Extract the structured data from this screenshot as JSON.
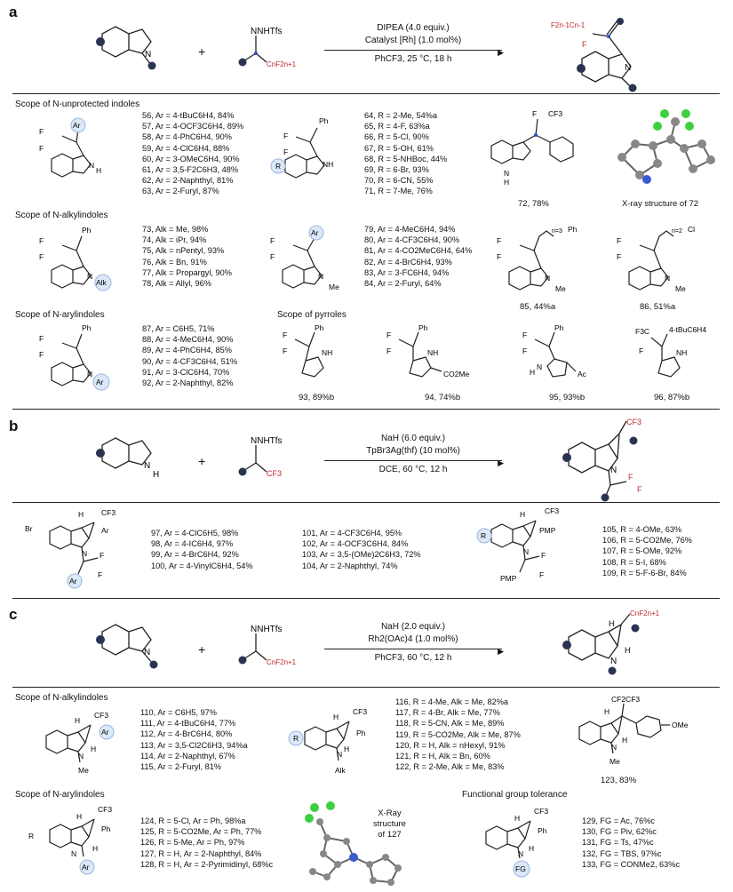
{
  "panels": {
    "a": "a",
    "b": "b",
    "c": "c"
  },
  "plus": "+",
  "scheme_a": {
    "reagent_top": "NNHTfs",
    "reagent_bottom": "CnF2n+1",
    "cond1": "DIPEA (4.0 equiv.)",
    "cond2": "Catalyst [Rh] (1.0 mol%)",
    "cond3": "PhCF3, 25 °C, 18 h",
    "product_label": "F2n-1Cn-1"
  },
  "scheme_b": {
    "reagent_top": "NNHTfs",
    "reagent_bottom": "CF3",
    "cond1": "NaH (6.0 equiv.)",
    "cond2": "TpBr3Ag(thf) (10 mol%)",
    "cond3": "DCE, 60 °C, 12 h"
  },
  "scheme_c": {
    "reagent_top": "NNHTfs",
    "reagent_bottom": "CnF2n+1",
    "cond1": "NaH (2.0 equiv.)",
    "cond2": "Rh2(OAc)4 (1.0 mol%)",
    "cond3": "PhCF3, 60 °C, 12 h",
    "product_label": "CnF2n+1"
  },
  "headings": {
    "a1": "Scope of N-unprotected indoles",
    "a2": "Scope of N-alkylindoles",
    "a3": "Scope of N-arylindoles",
    "a4": "Scope of pyrroles",
    "c1": "Scope of N-alkylindoles",
    "c2": "Scope of N-arylindoles",
    "c3": "Functional group tolerance"
  },
  "lists": {
    "l56": [
      "56, Ar = 4-tBuC6H4, 84%",
      "57, Ar = 4-OCF3C6H4, 89%",
      "58, Ar = 4-PhC6H4, 90%",
      "59, Ar = 4-ClC6H4, 88%",
      "60, Ar = 3-OMeC6H4, 90%",
      "61, Ar = 3,5-F2C6H3, 48%",
      "62, Ar = 2-Naphthyl, 81%",
      "63, Ar = 2-Furyl, 87%"
    ],
    "l64": [
      "64, R = 2-Me, 54%a",
      "65, R = 4-F, 63%a",
      "66, R = 5-Cl, 90%",
      "67, R = 5-OH, 61%",
      "68, R = 5-NHBoc, 44%",
      "69, R = 6-Br, 93%",
      "70, R = 6-CN, 55%",
      "71, R = 7-Me, 76%"
    ],
    "l73": [
      "73, Alk = Me, 98%",
      "74, Alk = iPr, 94%",
      "75, Alk = nPentyl, 93%",
      "76, Alk = Bn, 91%",
      "77, Alk = Propargyl, 90%",
      "78, Alk = Allyl, 96%"
    ],
    "l79": [
      "79, Ar = 4-MeC6H4, 94%",
      "80, Ar = 4-CF3C6H4, 90%",
      "81, Ar = 4-CO2MeC6H4, 64%",
      "82, Ar = 4-BrC6H4, 93%",
      "83, Ar = 3-FC6H4, 94%",
      "84, Ar = 2-Furyl, 64%"
    ],
    "l87": [
      "87, Ar = C6H5, 71%",
      "88, Ar = 4-MeC6H4, 90%",
      "89, Ar = 4-PhC6H4, 85%",
      "90, Ar = 4-CF3C6H4, 51%",
      "91, Ar = 3-ClC6H4, 70%",
      "92, Ar = 2-Naphthyl, 82%"
    ],
    "l97": [
      "97, Ar = 4-ClC6H5, 98%",
      "98, Ar = 4-IC6H4, 97%",
      "99, Ar = 4-BrC6H4, 92%",
      "100, Ar = 4-VinylC6H4, 54%"
    ],
    "l101": [
      "101, Ar = 4-CF3C6H4, 95%",
      "102, Ar = 4-OCF3C6H4, 84%",
      "103, Ar = 3,5-(OMe)2C6H3, 72%",
      "104, Ar = 2-Naphthyl, 74%"
    ],
    "l105": [
      "105, R = 4-OMe, 63%",
      "106, R = 5-CO2Me, 76%",
      "107, R = 5-OMe, 92%",
      "108, R = 5-I, 68%",
      "109, R = 5-F-6-Br, 84%"
    ],
    "l110": [
      "110, Ar = C6H5, 97%",
      "111, Ar = 4-tBuC6H4, 77%",
      "112, Ar = 4-BrC6H4, 80%",
      "113, Ar = 3,5-Cl2C6H3, 94%a",
      "114, Ar = 2-Naphthyl, 67%",
      "115, Ar = 2-Furyl, 81%"
    ],
    "l116": [
      "116, R = 4-Me, Alk = Me, 82%a",
      "117, R = 4-Br, Alk = Me, 77%",
      "118, R = 5-CN, Alk = Me, 89%",
      "119, R = 5-CO2Me, Alk = Me, 87%",
      "120, R = H, Alk = nHexyl, 91%",
      "121, R = H, Alk = Bn, 60%",
      "122, R = 2-Me, Alk = Me, 83%"
    ],
    "l124": [
      "124, R = 5-Cl, Ar = Ph, 98%a",
      "125, R = 5-CO2Me, Ar = Ph, 77%",
      "126, R = 5-Me, Ar = Ph, 97%",
      "127, R = H, Ar = 2-Naphthyl, 84%",
      "128, R = H, Ar = 2-Pyrimidinyl, 68%c"
    ],
    "l129": [
      "129, FG = Ac, 76%c",
      "130, FG = Piv, 62%c",
      "131, FG = Ts, 47%c",
      "132, FG = TBS, 97%c",
      "133, FG = CONMe2, 63%c"
    ]
  },
  "captions": {
    "c72": "72, 78%",
    "xray72": "X-ray structure of 72",
    "c85": "85, 44%a",
    "c86": "86, 51%a",
    "c93": "93, 89%b",
    "c94": "94, 74%b",
    "c95": "95, 93%b",
    "c96": "96, 87%b",
    "c123": "123, 83%",
    "xray127_1": "X-Ray",
    "xray127_2": "structure",
    "xray127_3": "of 127"
  },
  "atoms": {
    "Ar": "Ar",
    "F": "F",
    "N": "N",
    "H": "H",
    "NH": "NH",
    "Ph": "Ph",
    "R": "R",
    "Me": "Me",
    "Alk": "Alk",
    "CF3": "CF3",
    "PMP": "PMP",
    "Br": "Br",
    "FG": "FG",
    "Cl": "Cl",
    "Ac": "Ac",
    "CO2Me": "CO2Me",
    "OMe": "OMe",
    "tBu": "4-tBuC6H4",
    "CF2CF3": "CF2CF3",
    "F3C": "F3C",
    "n3": "n=3",
    "n2": "n=2"
  },
  "colors": {
    "accent_blue": "#2b47a8",
    "dot": "#1f2d4d",
    "highlight_fill": "#dbe8f7",
    "highlight_stroke": "#9bb7de",
    "product_red": "#c0282d"
  }
}
